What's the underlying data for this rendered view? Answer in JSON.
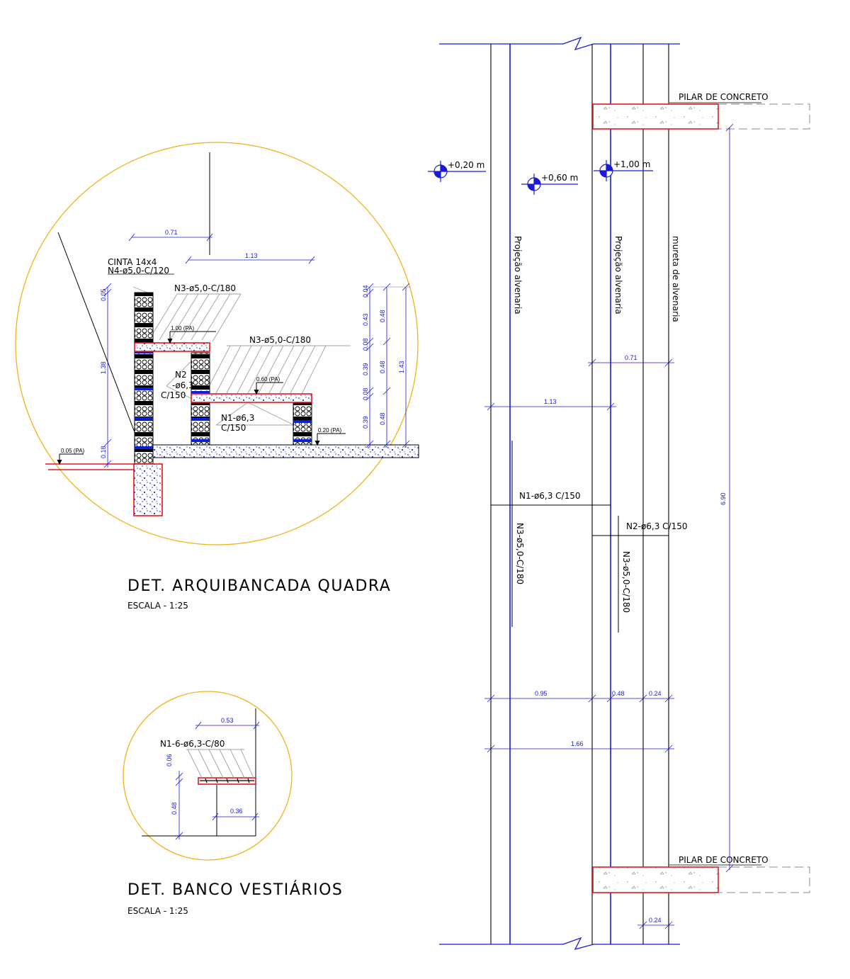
{
  "detail_arquibancada": {
    "title": "DET. ARQUIBANCADA QUADRA",
    "scale": "ESCALA - 1:25",
    "labels": {
      "cinta": "CINTA 14x4",
      "n4": "N4-ø5,0-C/120",
      "n3_top": "N3-ø5,0-C/180",
      "n3_mid": "N3-ø5,0-C/180",
      "n2_a": "N2",
      "n2_b": "-ø6,3",
      "n2_c": "C/150",
      "n1_a": "N1-ø6,3",
      "n1_b": "C/150",
      "pa_100": "1.00 (PA)",
      "pa_060": "0.60 (PA)",
      "pa_020": "0.20 (PA)",
      "pa_005": "0.05 (PA)"
    },
    "dims": {
      "d071": "0.71",
      "d113": "1.13",
      "d005": "0.05",
      "d138": "1.38",
      "d018": "0.18",
      "d004": "0.04",
      "d043": "0.43",
      "d008a": "0.08",
      "d039a": "0.39",
      "d008b": "0.08",
      "d039b": "0.39",
      "d048a": "0.48",
      "d048b": "0.48",
      "d048c": "0.48",
      "d143": "1.43"
    }
  },
  "detail_banco": {
    "title": "DET. BANCO VESTIÁRIOS",
    "scale": "ESCALA - 1:25",
    "labels": {
      "n1": "N1-6-ø6,3-C/80"
    },
    "dims": {
      "d053": "0.53",
      "d006": "0.06",
      "d048": "0.48",
      "d036": "0.36"
    }
  },
  "plan": {
    "levels": {
      "l020": "+0,20 m",
      "l060": "+0,60 m",
      "l100": "+1,00 m"
    },
    "pilar_top": "PILAR DE CONCRETO",
    "pilar_bottom": "PILAR DE CONCRETO",
    "projecao_1": "Projeção alvenaria",
    "projecao_2": "Projeção alvenaria",
    "mureta": "mureta de alvenaria",
    "n1": "N1-ø6,3 C/150",
    "n2": "N2-ø6,3 C/150",
    "n3_left": "N3-ø5,0-C/180",
    "n3_right": "N3-ø5,0-C/180",
    "dims": {
      "d071": "0.71",
      "d113": "1.13",
      "d690": "6.90",
      "d095": "0.95",
      "d048": "0.48",
      "d024a": "0.24",
      "d166": "1.66",
      "d024b": "0.24"
    }
  },
  "colors": {
    "circle": "#f2b21c",
    "red": "#e0191e",
    "blue": "#1a1ad6",
    "rebar": "#0a1fd8",
    "grey": "#a0a0a0"
  }
}
